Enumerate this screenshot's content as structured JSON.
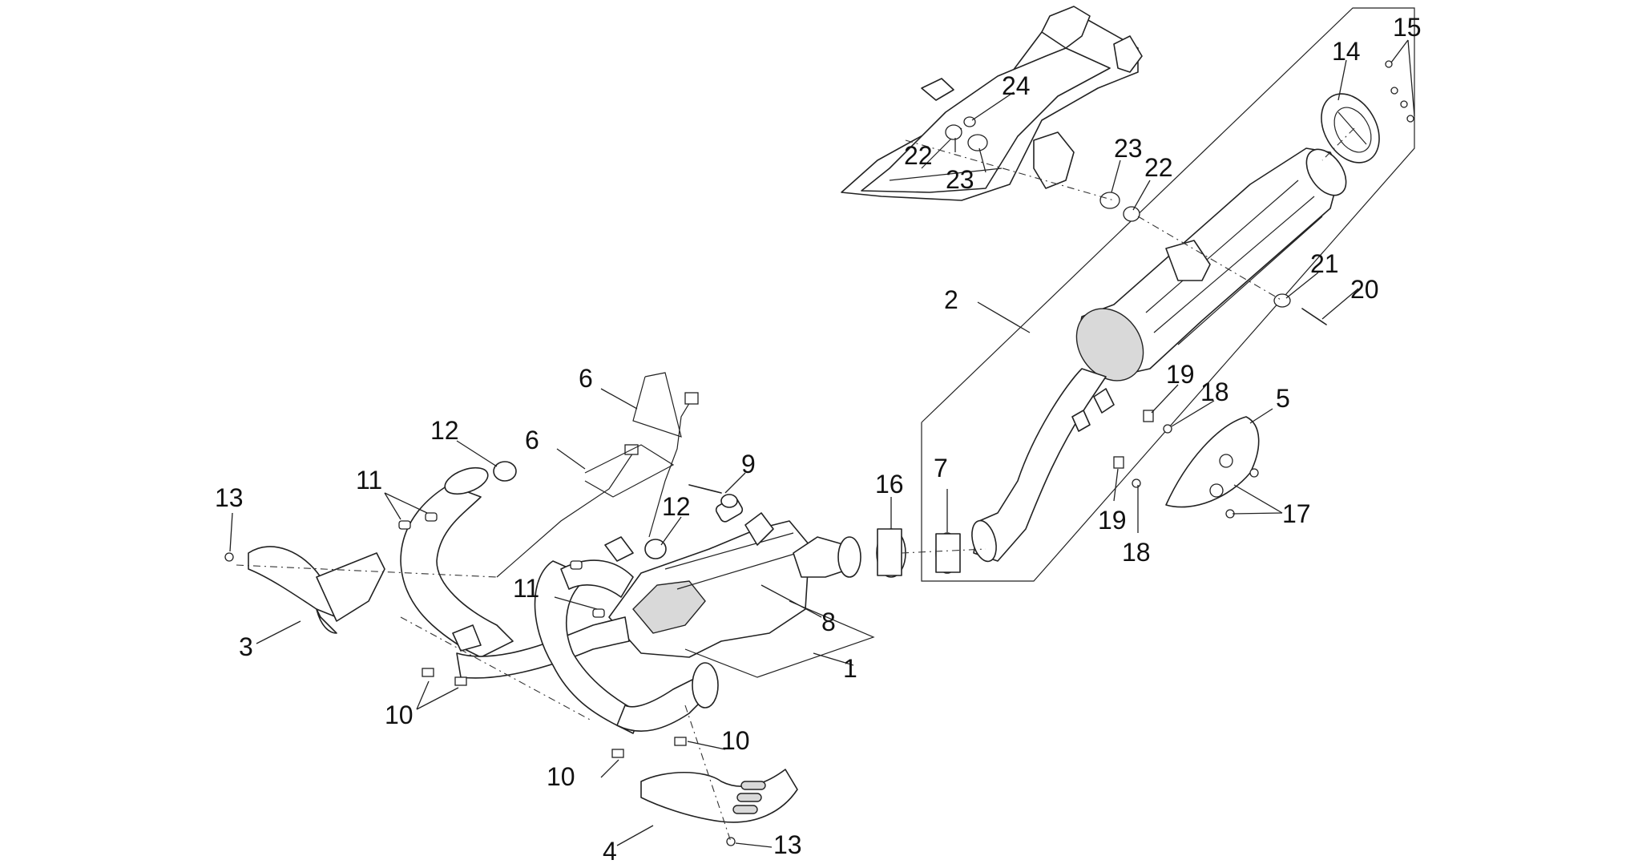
{
  "diagram": {
    "callouts": [
      {
        "id": "c1",
        "label": "1"
      },
      {
        "id": "c2",
        "label": "2"
      },
      {
        "id": "c3",
        "label": "3"
      },
      {
        "id": "c4",
        "label": "4"
      },
      {
        "id": "c5",
        "label": "5"
      },
      {
        "id": "c6a",
        "label": "6"
      },
      {
        "id": "c6b",
        "label": "6"
      },
      {
        "id": "c7",
        "label": "7"
      },
      {
        "id": "c8",
        "label": "8"
      },
      {
        "id": "c9",
        "label": "9"
      },
      {
        "id": "c10a",
        "label": "10"
      },
      {
        "id": "c10b",
        "label": "10"
      },
      {
        "id": "c10c",
        "label": "10"
      },
      {
        "id": "c11a",
        "label": "11"
      },
      {
        "id": "c11b",
        "label": "11"
      },
      {
        "id": "c12a",
        "label": "12"
      },
      {
        "id": "c12b",
        "label": "12"
      },
      {
        "id": "c13a",
        "label": "13"
      },
      {
        "id": "c13b",
        "label": "13"
      },
      {
        "id": "c14",
        "label": "14"
      },
      {
        "id": "c15",
        "label": "15"
      },
      {
        "id": "c16",
        "label": "16"
      },
      {
        "id": "c17",
        "label": "17"
      },
      {
        "id": "c18a",
        "label": "18"
      },
      {
        "id": "c18b",
        "label": "18"
      },
      {
        "id": "c19a",
        "label": "19"
      },
      {
        "id": "c19b",
        "label": "19"
      },
      {
        "id": "c20",
        "label": "20"
      },
      {
        "id": "c21",
        "label": "21"
      },
      {
        "id": "c22a",
        "label": "22"
      },
      {
        "id": "c22b",
        "label": "22"
      },
      {
        "id": "c23a",
        "label": "23"
      },
      {
        "id": "c23b",
        "label": "23"
      },
      {
        "id": "c24",
        "label": "24"
      }
    ]
  }
}
